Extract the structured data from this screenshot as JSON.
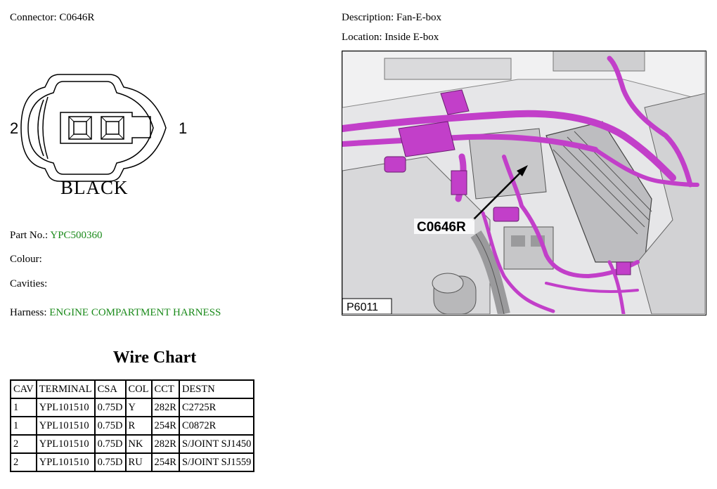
{
  "connector": {
    "label": "Connector:",
    "value": "C0646R"
  },
  "description": {
    "label": "Description:",
    "value": "Fan-E-box"
  },
  "location": {
    "label": "Location:",
    "value": "Inside E-box"
  },
  "diagram": {
    "pin_left": "2",
    "pin_right": "1",
    "color_label": "BLACK"
  },
  "part_no": {
    "label": "Part No.:",
    "value": "YPC500360"
  },
  "colour": {
    "label": "Colour:",
    "value": ""
  },
  "cavities": {
    "label": "Cavities:",
    "value": ""
  },
  "harness": {
    "label": "Harness:",
    "value": "ENGINE COMPARTMENT HARNESS"
  },
  "photo": {
    "callout": "C0646R",
    "ref": "P6011"
  },
  "wire_chart": {
    "title": "Wire Chart",
    "headers": [
      "CAV",
      "TERMINAL",
      "CSA",
      "COL",
      "CCT",
      "DESTN"
    ],
    "rows": [
      [
        "1",
        "YPL101510",
        "0.75D",
        "Y",
        "282R",
        "C2725R"
      ],
      [
        "1",
        "YPL101510",
        "0.75D",
        "R",
        "254R",
        "C0872R"
      ],
      [
        "2",
        "YPL101510",
        "0.75D",
        "NK",
        "282R",
        "S/JOINT SJ1450"
      ],
      [
        "2",
        "YPL101510",
        "0.75D",
        "RU",
        "254R",
        "S/JOINT SJ1559"
      ]
    ]
  },
  "colors": {
    "green_text": "#1a8a1a",
    "harness_magenta": "#c23fc9"
  }
}
